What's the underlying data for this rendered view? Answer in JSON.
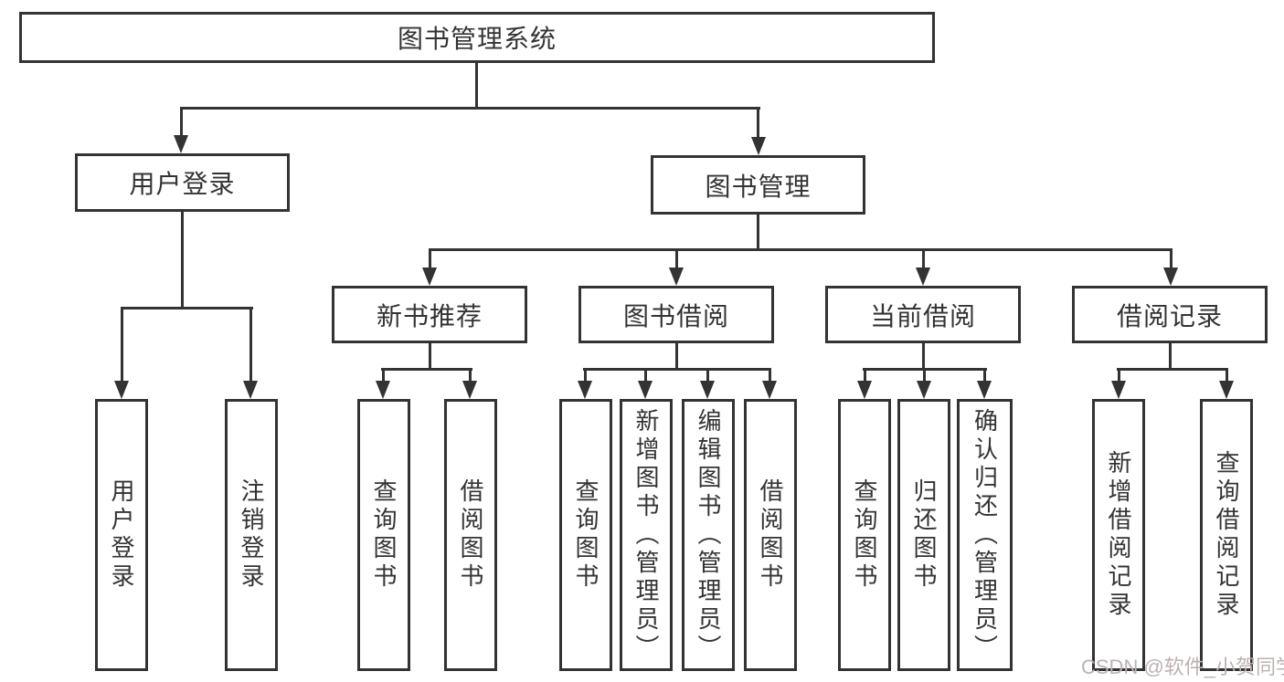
{
  "diagram": {
    "title": "图书管理系统",
    "tree": {
      "root": {
        "label": "图书管理系统"
      },
      "children": [
        {
          "label": "用户登录",
          "children": [
            {
              "label": "用户登录"
            },
            {
              "label": "注销登录"
            }
          ]
        },
        {
          "label": "图书管理",
          "children": [
            {
              "label": "新书推荐",
              "children": [
                {
                  "label": "查询图书"
                },
                {
                  "label": "借阅图书"
                }
              ]
            },
            {
              "label": "图书借阅",
              "children": [
                {
                  "label": "查询图书"
                },
                {
                  "label": "新增图书（管理员）"
                },
                {
                  "label": "编辑图书（管理员）"
                },
                {
                  "label": "借阅图书"
                }
              ]
            },
            {
              "label": "当前借阅",
              "children": [
                {
                  "label": "查询图书"
                },
                {
                  "label": "归还图书"
                },
                {
                  "label": "确认归还（管理员）"
                }
              ]
            },
            {
              "label": "借阅记录",
              "children": [
                {
                  "label": "新增借阅记录"
                },
                {
                  "label": "查询借阅记录"
                }
              ]
            }
          ]
        }
      ]
    },
    "watermark": {
      "text": "CSDN @软件_小贺同学",
      "color": "#bdb2b2"
    },
    "colors": {
      "line": "#333333",
      "text": "#333333",
      "box_background": "#ffffff",
      "page_background": "#ffffff"
    }
  }
}
